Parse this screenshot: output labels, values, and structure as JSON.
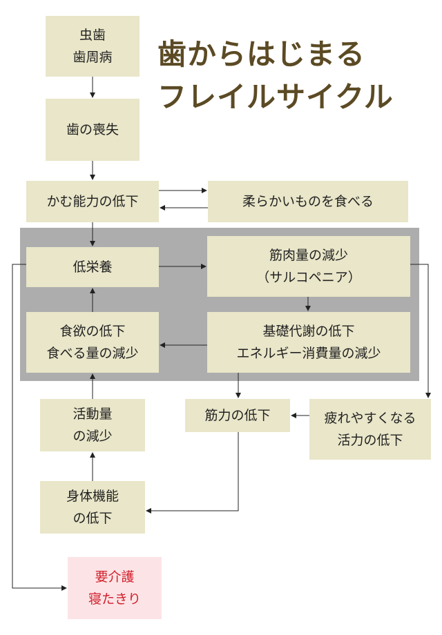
{
  "title": {
    "line1": "歯からはじまる",
    "line2": "フレイルサイクル"
  },
  "boxes": {
    "cavity": {
      "line1": "虫歯",
      "line2": "歯周病"
    },
    "tooth_loss": {
      "line1": "歯の喪失"
    },
    "chewing": {
      "line1": "かむ能力の低下"
    },
    "soft_food": {
      "line1": "柔らかいものを食べる"
    },
    "low_nutrition": {
      "line1": "低栄養"
    },
    "muscle_mass": {
      "line1": "筋肉量の減少",
      "line2": "（サルコペニア）"
    },
    "appetite": {
      "line1": "食欲の低下",
      "line2": "食べる量の減少"
    },
    "metabolism": {
      "line1": "基礎代謝の低下",
      "line2": "エネルギー消費量の減少"
    },
    "activity": {
      "line1": "活動量",
      "line2": "の減少"
    },
    "strength": {
      "line1": "筋力の低下"
    },
    "fatigue": {
      "line1": "疲れやすくなる",
      "line2": "活力の低下"
    },
    "physical": {
      "line1": "身体機能",
      "line2": "の低下"
    },
    "care": {
      "line1": "要介護",
      "line2": "寝たきり"
    }
  },
  "colors": {
    "box": "#e9e6c9",
    "group": "#adadad",
    "title": "#5b4a24",
    "alert_bg": "#fce4e6",
    "alert_text": "#d21f2c"
  }
}
